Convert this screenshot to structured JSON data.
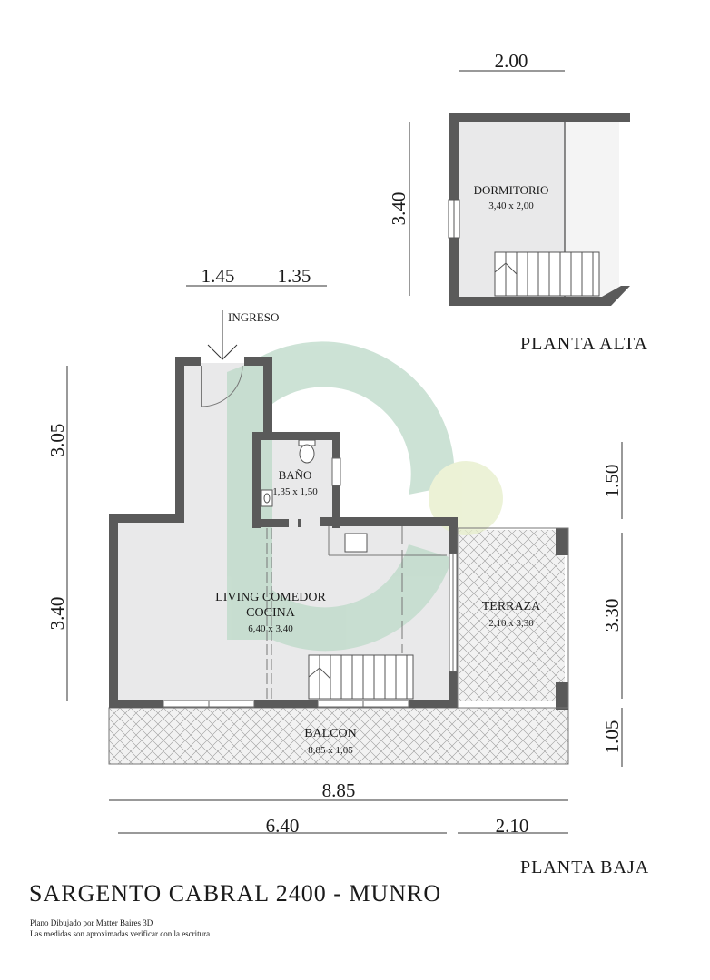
{
  "floors": {
    "upper": {
      "title": "PLANTA ALTA",
      "dims": {
        "top": "2.00",
        "left": "3.40"
      },
      "rooms": [
        {
          "name": "DORMITORIO",
          "size": "3,40 x 2,00"
        }
      ]
    },
    "lower": {
      "title": "PLANTA BAJA",
      "entry_label": "INGRESO",
      "dims": {
        "top_left": "1.45",
        "top_right": "1.35",
        "left_upper": "3.05",
        "left_lower": "3.40",
        "right_upper": "1.50",
        "right_middle": "3.30",
        "right_lower": "1.05",
        "bottom_total": "8.85",
        "bottom_left": "6.40",
        "bottom_right": "2.10"
      },
      "rooms": {
        "bano": {
          "name": "BAÑO",
          "size": "1,35 x 1,50"
        },
        "living": {
          "name_line1": "LIVING COMEDOR",
          "name_line2": "COCINA",
          "size": "6,40 x 3,40"
        },
        "terraza": {
          "name": "TERRAZA",
          "size": "2,10 x 3,30"
        },
        "balcon": {
          "name": "BALCON",
          "size": "8,85 x 1,05"
        }
      }
    }
  },
  "footer": {
    "address": "SARGENTO CABRAL  2400  -  MUNRO",
    "note_line1": "Plano Dibujado por Matter Baires 3D",
    "note_line2": "Las medidas son aproximadas verificar con la escritura"
  },
  "colors": {
    "wall": "#5a5a5a",
    "floor": "#e9e9ea",
    "watermark_green": "#bcd9c8",
    "watermark_lime": "#e6eec9"
  }
}
